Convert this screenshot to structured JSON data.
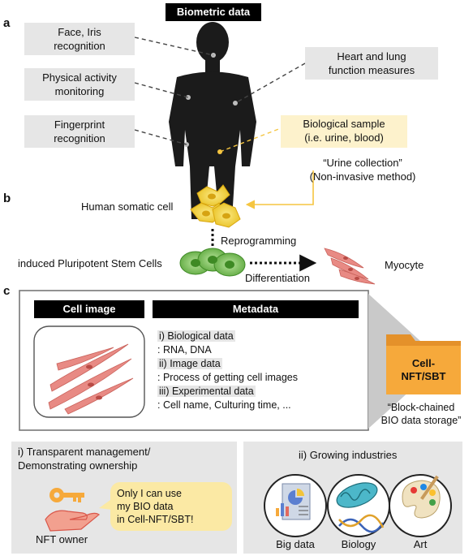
{
  "panel_labels": {
    "a": "a",
    "b": "b",
    "c": "c"
  },
  "section_a": {
    "title": "Biometric data",
    "face_iris": "Face, Iris\nrecognition",
    "physical_activity": "Physical activity\nmonitoring",
    "fingerprint": "Fingerprint\nrecognition",
    "heart_lung": "Heart and lung\nfunction measures",
    "bio_sample_line1": "Biological sample",
    "bio_sample_line2": "(i.e. urine, blood)",
    "urine_line1": "“Urine collection”",
    "urine_line2": "(Non-invasive method)"
  },
  "section_b": {
    "somatic": "Human somatic cell",
    "reprogramming": "Reprogramming",
    "ipsc": "induced Pluripotent Stem Cells",
    "differentiation": "Differentiation",
    "myocyte": "Myocyte"
  },
  "section_c": {
    "cell_image_title": "Cell image",
    "metadata_title": "Metadata",
    "meta_1": "i) Biological data",
    "meta_1_sub": ": RNA, DNA",
    "meta_2": "ii) Image data",
    "meta_2_sub": ": Process of getting cell images",
    "meta_3": "iii) Experimental data",
    "meta_3_sub": ": Cell name, Culturing time, ...",
    "folder_label_1": "Cell-",
    "folder_label_2": "NFT/SBT",
    "storage_line1": "“Block-chained",
    "storage_line2": "BIO data storage”"
  },
  "bottom_left": {
    "heading_line1": "i) Transparent management/",
    "heading_line2": "Demonstrating ownership",
    "bubble_line1": "Only I can use",
    "bubble_line2": "my BIO data",
    "bubble_line3": "in Cell-NFT/SBT!",
    "owner": "NFT owner"
  },
  "bottom_right": {
    "heading": "ii) Growing industries",
    "item1": "Big data",
    "item2": "Biology",
    "item3": "Art"
  },
  "colors": {
    "gray_box": "#e6e6e6",
    "yellow_box": "#fdf2cc",
    "yellow_line": "#f5c540",
    "cell_yellow": "#f3d54a",
    "cell_green": "#7cc35c",
    "myocyte_pink": "#e88a84",
    "folder_orange": "#f6a93b"
  }
}
